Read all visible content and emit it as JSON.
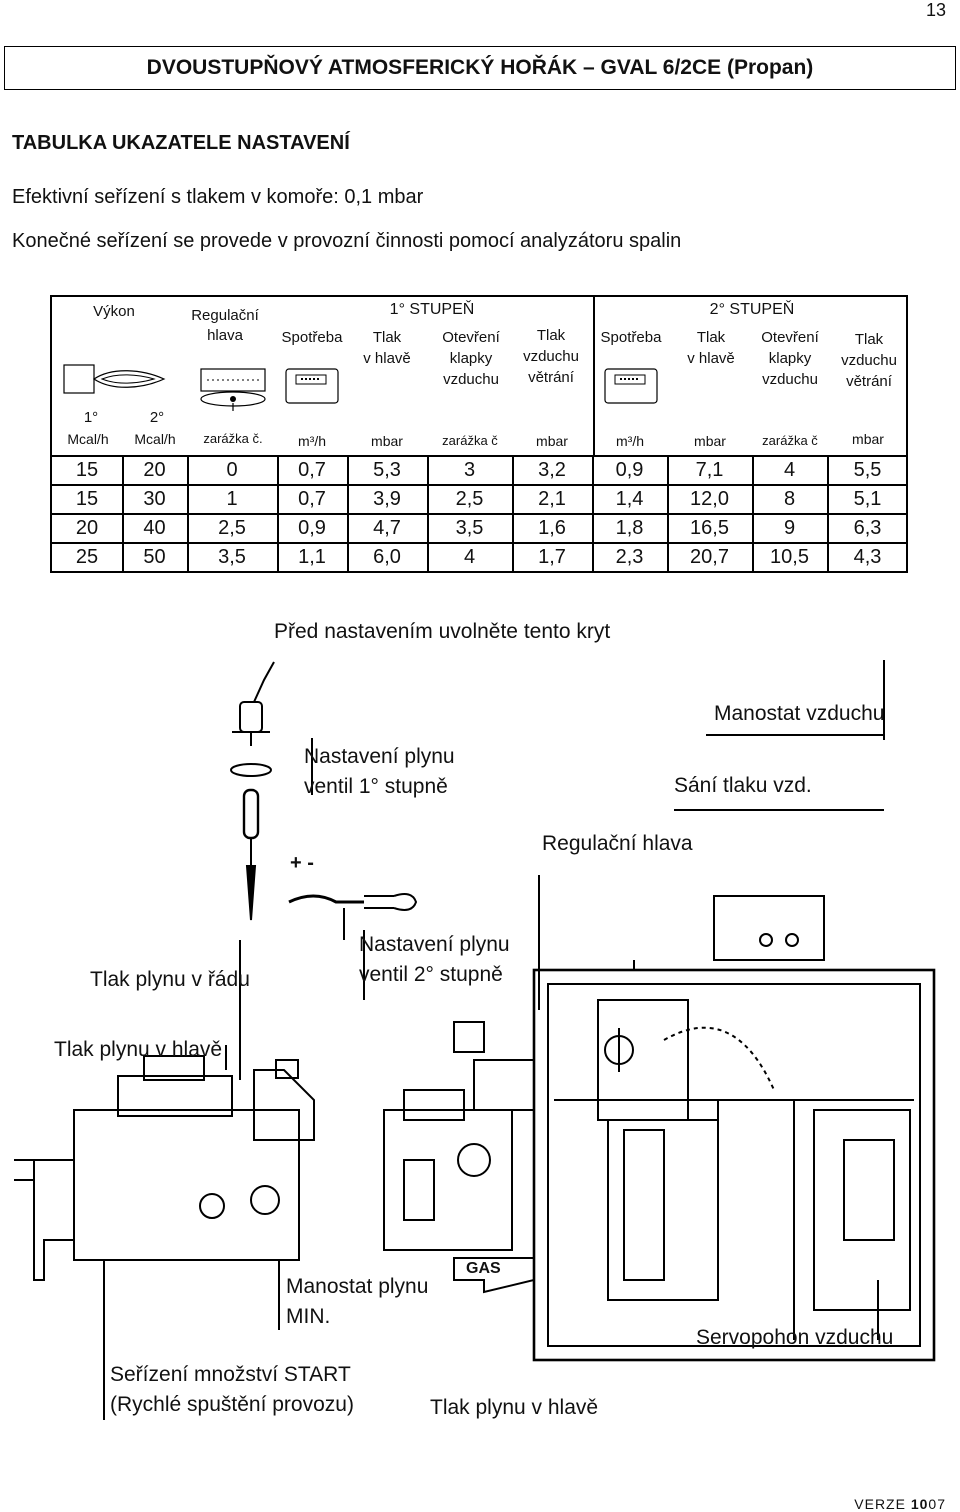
{
  "page_number": "13",
  "title": "DVOUSTUPŇOVÝ ATMOSFERICKÝ HOŘÁK – GVAL 6/2CE (Propan)",
  "heading": "TABULKA UKAZATELE NASTAVENÍ",
  "text_line1": "Efektivní seřízení s tlakem v komoře: 0,1 mbar",
  "text_line2": "Konečné seřízení se provede v provozní činnosti pomocí analyzátoru spalin",
  "table": {
    "h_vykon": "Výkon",
    "h_regulacni": "Regulační",
    "h_hlava": "hlava",
    "h_stupen1": "1° STUPEŇ",
    "h_stupen2": "2° STUPEŇ",
    "h_spotreba": "Spotřeba",
    "h_tlak": "Tlak",
    "h_vhlave": "v hlavě",
    "h_otevreni": "Otevření",
    "h_klapky": "klapky",
    "h_vzduchu": "vzduchu",
    "h_vetrani": "větrání",
    "h_1": "1°",
    "h_2": "2°",
    "u_mcal": "Mcal/h",
    "u_zarazka_c": "zarážka č.",
    "u_m3h": "m³/h",
    "u_mbar": "mbar",
    "u_zarazka": "zarážka č",
    "rows": [
      [
        "15",
        "20",
        "0",
        "0,7",
        "5,3",
        "3",
        "3,2",
        "0,9",
        "7,1",
        "4",
        "5,5"
      ],
      [
        "15",
        "30",
        "1",
        "0,7",
        "3,9",
        "2,5",
        "2,1",
        "1,4",
        "12,0",
        "8",
        "5,1"
      ],
      [
        "20",
        "40",
        "2,5",
        "0,9",
        "4,7",
        "3,5",
        "1,6",
        "1,8",
        "16,5",
        "9",
        "6,3"
      ],
      [
        "25",
        "50",
        "3,5",
        "1,1",
        "6,0",
        "4",
        "1,7",
        "2,3",
        "20,7",
        "10,5",
        "4,3"
      ]
    ]
  },
  "diagram": {
    "label_pred": "Před nastavením uvolněte tento kryt",
    "label_manostat_vzduchu": "Manostat vzduchu",
    "label_nast1_a": "Nastavení plynu",
    "label_nast1_b": "ventil 1° stupně",
    "label_sani": "Sání tlaku vzd.",
    "label_regulacni": "Regulační hlava",
    "label_nast2_a": "Nastavení plynu",
    "label_nast2_b": "ventil 2° stupně",
    "label_tlak_radu": "Tlak plynu v řádu",
    "label_tlak_hlave": "Tlak plynu v hlavě",
    "label_manostat_plynu_a": "Manostat plynu",
    "label_manostat_plynu_b": "MIN.",
    "label_gas": "GAS",
    "label_servopohon": "Servopohon vzduchu",
    "label_serizeni_a": "Seřízení množství START",
    "label_serizeni_b": "(Rychlé spuštění provozu)",
    "label_tlak_hlave2": "Tlak plynu v hlavě",
    "sign_plus_minus": "+ -"
  },
  "footer_prefix": "VERZE ",
  "footer_bold": "10",
  "footer_suffix": "07"
}
